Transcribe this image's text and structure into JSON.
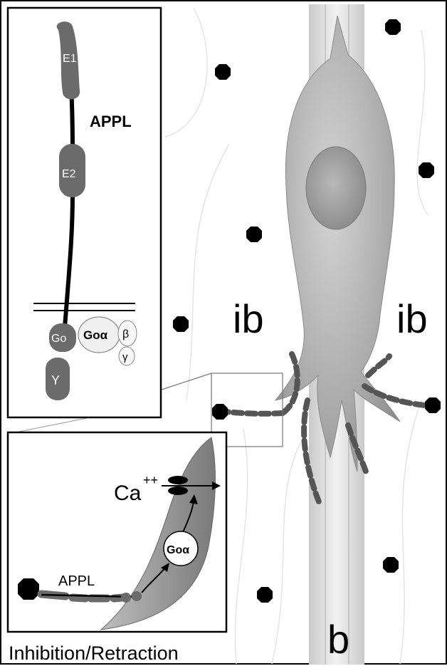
{
  "labels": {
    "ib_left": "ib",
    "ib_right": "ib",
    "b": "b",
    "appl_top": "APPL",
    "e1": "E1",
    "e2": "E2",
    "go_domain": "Go",
    "y_domain": "Y",
    "go_alpha": "Goα",
    "beta": "β",
    "gamma": "γ",
    "ca": "Ca",
    "ca_charge": "++",
    "go_alpha_inset": "Goα",
    "appl_inset": "APPL",
    "caption": "Inhibition/Retraction"
  },
  "colors": {
    "domain_fill": "#6b6b6b",
    "cell_fill": "#a9a9a9",
    "dot": "#000000",
    "bundle": "#d6d6d6"
  }
}
